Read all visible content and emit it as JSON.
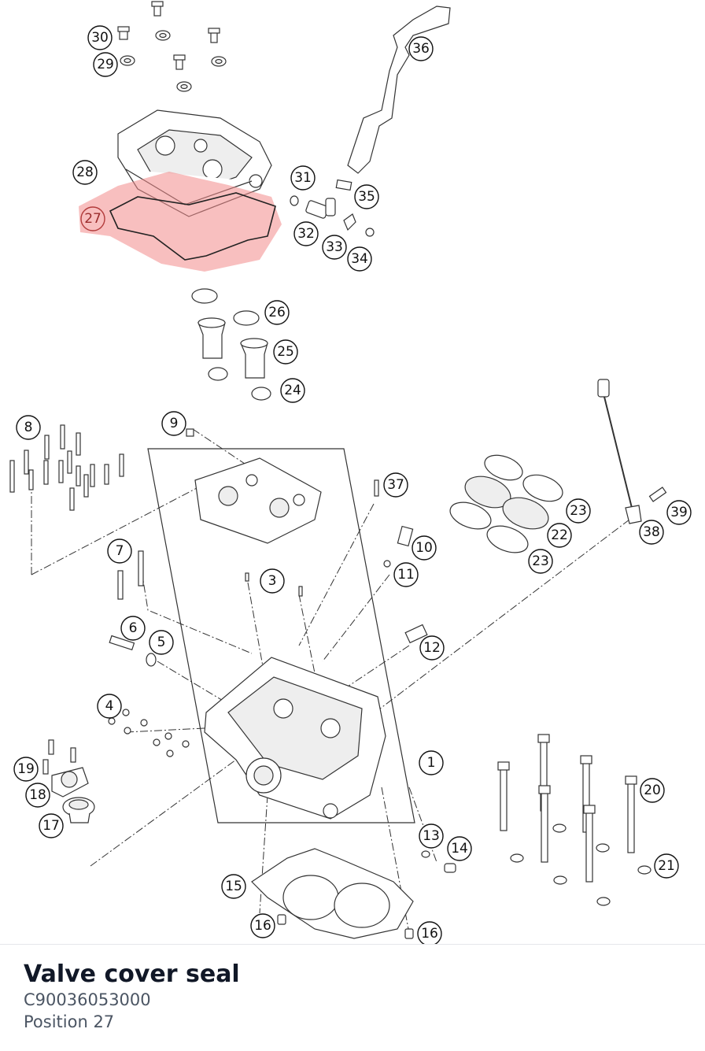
{
  "diagram": {
    "highlight_color": "#f28b8b",
    "selected_position": "27",
    "callouts": [
      "1",
      "3",
      "4",
      "5",
      "6",
      "7",
      "8",
      "9",
      "10",
      "11",
      "12",
      "13",
      "14",
      "15",
      "16",
      "16",
      "17",
      "18",
      "19",
      "20",
      "21",
      "22",
      "23",
      "23",
      "24",
      "25",
      "26",
      "27",
      "28",
      "29",
      "30",
      "31",
      "32",
      "33",
      "34",
      "35",
      "36",
      "37",
      "38",
      "39"
    ]
  },
  "part": {
    "title": "Valve cover seal",
    "number": "C90036053000",
    "position": "Position 27"
  }
}
